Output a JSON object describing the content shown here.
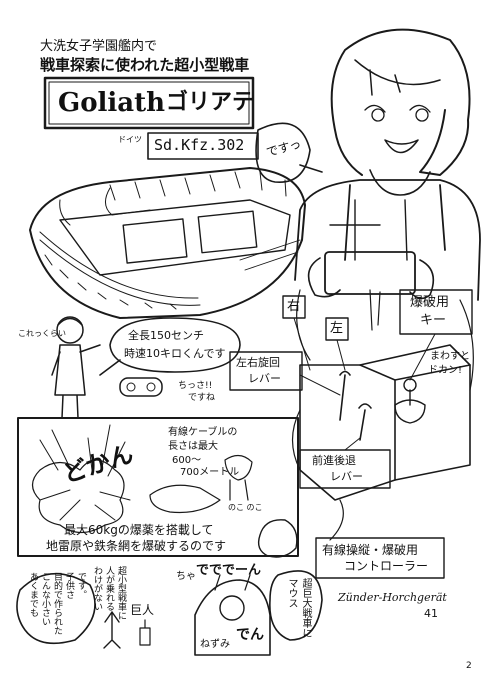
{
  "header": {
    "line1": "大洗女子学園艦内で",
    "line2": "戦車探索に使われた超小型戦車",
    "title_latin": "Goliath",
    "title_kana": "ゴリアテ",
    "title_ruby": "ドイツ",
    "model": "Sd.Kfz.302"
  },
  "character": {
    "speech": "ですっ"
  },
  "specs": {
    "exclaim": "これっくらい",
    "size_bubble": [
      "全長150センチ",
      "時速10キロくんです"
    ],
    "small_note": [
      "ちっさ!!",
      "ですね"
    ]
  },
  "explosion": {
    "sfx": "どかん",
    "cable_note": [
      "有線ケーブルの",
      "長さは最大",
      "600～",
      "700メートル"
    ],
    "sfx_small": "のこ のこ",
    "caption": [
      "最大60kgの爆薬を搭載して",
      "地雷原や鉄条網を爆破するのです"
    ]
  },
  "controller": {
    "label_right": "右",
    "label_left": "左",
    "turn_lever": [
      "左右旋回",
      "レバー"
    ],
    "detonate_key": [
      "爆破用",
      "キー"
    ],
    "detonate_note": [
      "まわすと",
      "ドカン!"
    ],
    "fwd_rev_lever": [
      "前進後退",
      "レバー"
    ],
    "caption": [
      "有線操縦・爆破用",
      "コントローラー"
    ],
    "device_name": [
      "Zünder-Horchgerät",
      "41"
    ]
  },
  "bottom": {
    "vertical_left": [
      "あくまでも",
      "こんな小さい",
      "目的で作られた",
      "子供さ",
      "です。"
    ],
    "vertical_mid": [
      "超小型戦車に",
      "人が乗れる",
      "わけがない"
    ],
    "giant": "巨人",
    "dedeen": "でででーん",
    "sfx_cha": "ちゃ",
    "mouse": "ねずみ",
    "vertical_right": [
      "超巨大戦車に",
      "マウス"
    ],
    "sfx_pan": "でん"
  },
  "page_number": "2"
}
